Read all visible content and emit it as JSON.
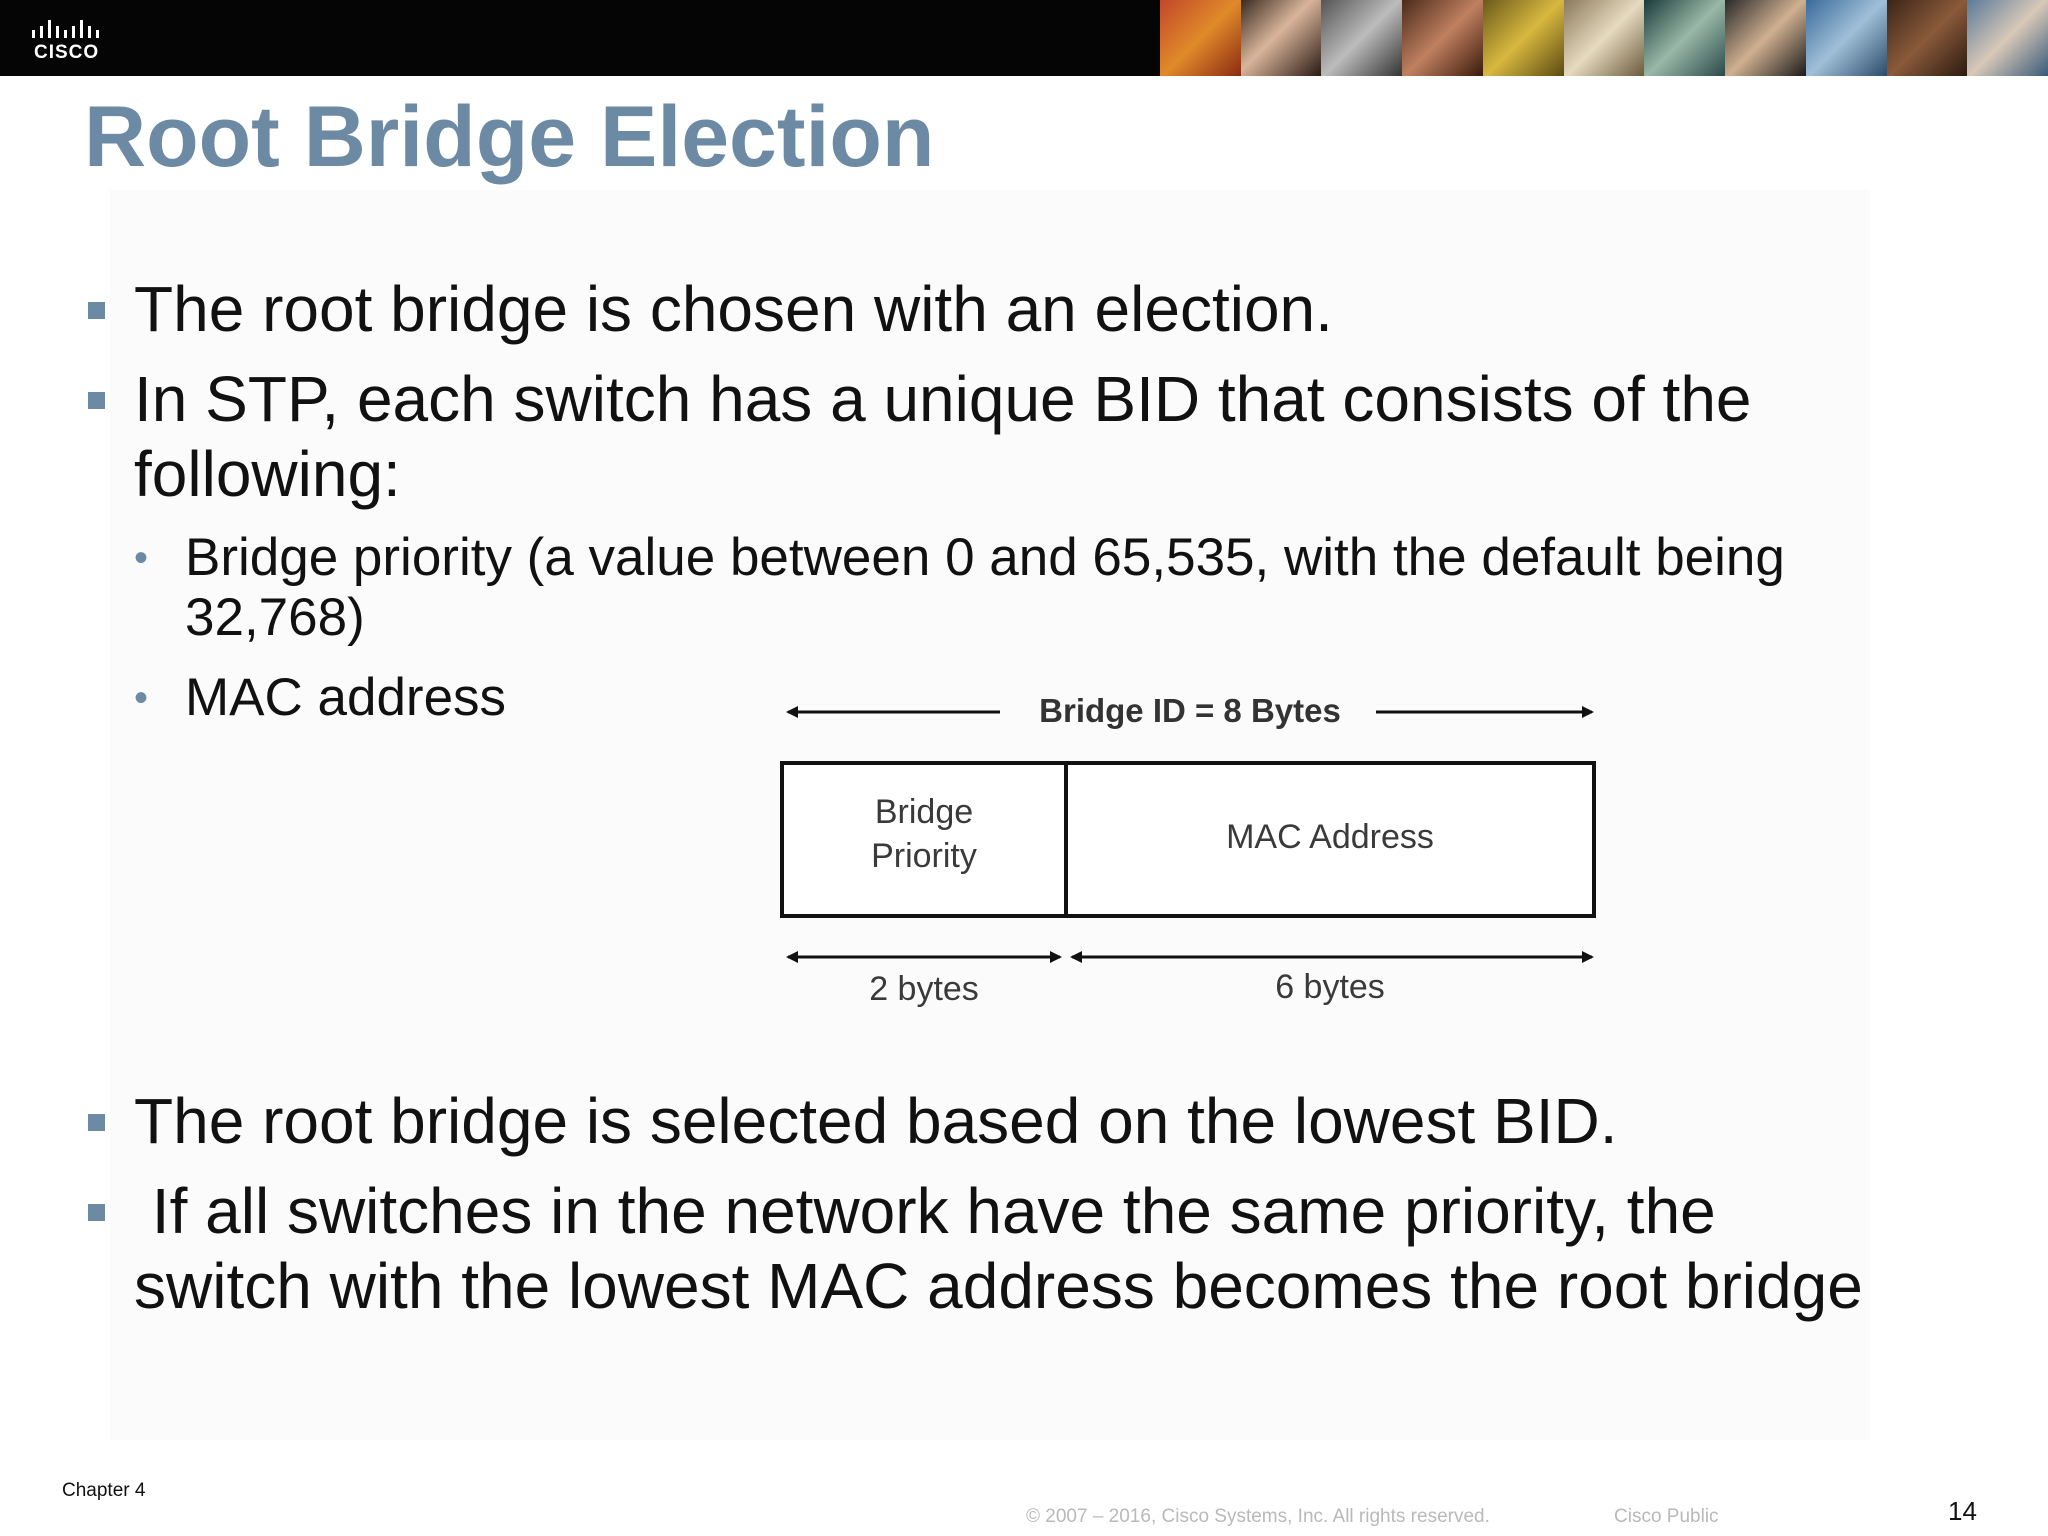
{
  "header": {
    "logo_text": "CISCO"
  },
  "title": "Root Bridge Election",
  "bullets": [
    "The root bridge is chosen with an election.",
    "In STP, each switch has a unique BID that consists of the following:",
    "The root bridge is selected based on the lowest BID.",
    " If all switches in the network have the same priority, the switch with the lowest MAC address becomes the root bridge"
  ],
  "sub_bullets": [
    "Bridge priority (a value between 0 and 65,535, with the default being 32,768)",
    "MAC address"
  ],
  "diagram": {
    "top_label": "Bridge ID = 8 Bytes",
    "field_priority": "Bridge\nPriority",
    "field_mac": "MAC Address",
    "priority_size": "2 bytes",
    "mac_size": "6 bytes"
  },
  "footer": {
    "chapter": "Chapter 4",
    "copyright": "© 2007 – 2016, Cisco Systems, Inc. All rights reserved.",
    "classification": "Cisco Public",
    "page_number": "14"
  }
}
